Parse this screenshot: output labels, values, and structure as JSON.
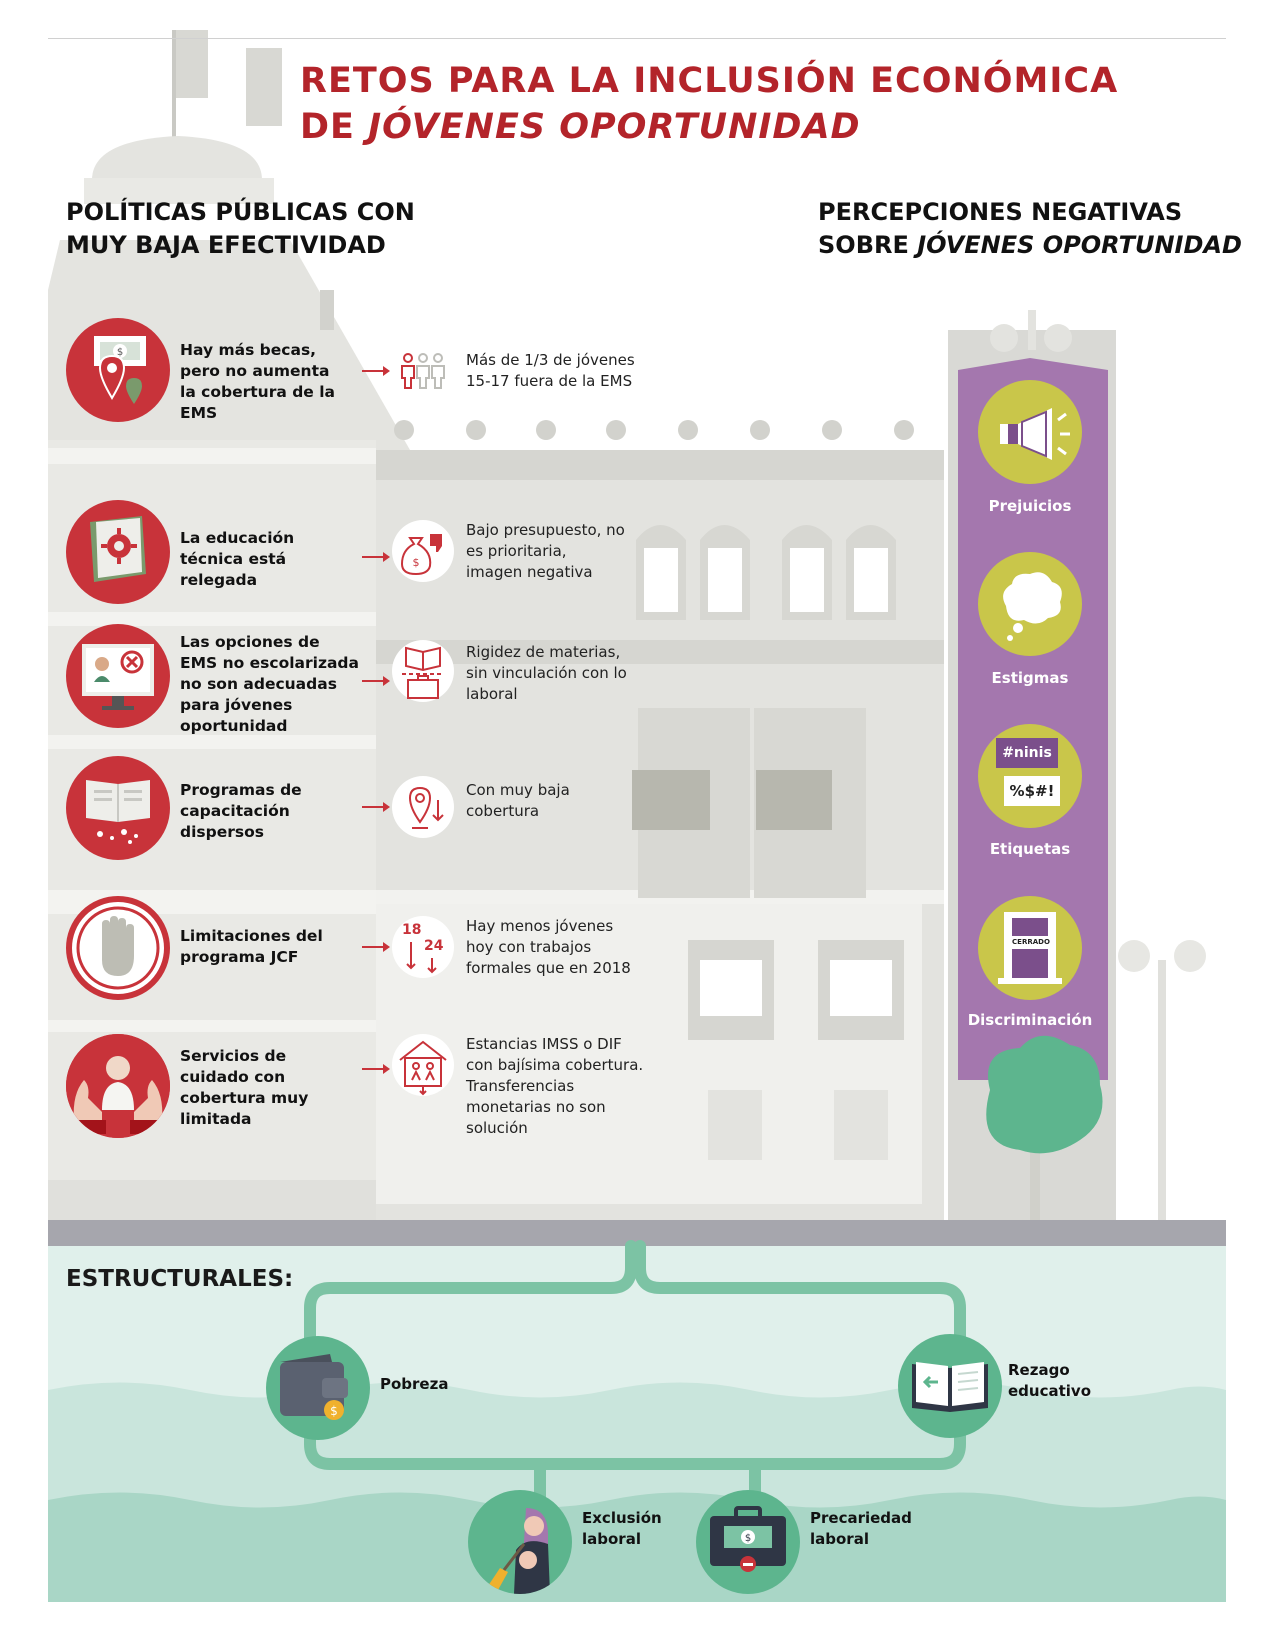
{
  "header": {
    "title_line1": "RETOS PARA LA INCLUSIÓN ECONÓMICA",
    "title_line2_prefix": "DE ",
    "title_line2_italic": "JÓVENES OPORTUNIDAD"
  },
  "left_section": {
    "heading_line1": "POLÍTICAS PÚBLICAS CON",
    "heading_line2": "MUY BAJA EFECTIVIDAD"
  },
  "right_section": {
    "heading_line1": "PERCEPCIONES NEGATIVAS",
    "heading_line2_prefix": "SOBRE ",
    "heading_line2_italic": "JÓVENES OPORTUNIDAD"
  },
  "policies": [
    {
      "label": "Hay más becas, pero no aumenta la cobertura de la EMS",
      "icon": "scholarship-map-pin-icon",
      "detail": "Más de 1/3 de jóvenes 15-17 fuera de la EMS",
      "detail_icon": "people-icon"
    },
    {
      "label": "La educación técnica está relegada",
      "icon": "technical-book-gear-icon",
      "detail": "Bajo presupuesto, no es prioritaria, imagen negativa",
      "detail_icon": "money-bag-thumbs-down-icon"
    },
    {
      "label": "Las opciones de EMS no escolarizada no son adecuadas para jóvenes oportunidad",
      "icon": "online-class-monitor-icon",
      "detail": "Rigidez de materias, sin vinculación con lo laboral",
      "detail_icon": "book-briefcase-icon"
    },
    {
      "label": "Programas de capacitación dispersos",
      "icon": "scattered-book-icon",
      "detail": "Con muy baja cobertura",
      "detail_icon": "location-down-icon"
    },
    {
      "label": "Limitaciones del programa JCF",
      "icon": "stop-hand-icon",
      "detail": "Hay menos jóvenes hoy con trabajos formales que en 2018",
      "detail_icon": "decline-numbers-icon",
      "detail_numbers": [
        "18",
        "24"
      ]
    },
    {
      "label": "Servicios de cuidado con cobertura muy limitada",
      "icon": "baby-hands-icon",
      "detail": "Estancias IMSS o DIF con bajísima cobertura. Transferencias monetarias no son solución",
      "detail_icon": "daycare-house-icon"
    }
  ],
  "perceptions": [
    {
      "label": "Prejuicios",
      "icon": "megaphone-icon"
    },
    {
      "label": "Estigmas",
      "icon": "thought-cloud-icon"
    },
    {
      "label": "Etiquetas",
      "icon": "speech-bubbles-icon",
      "bubble_top": "#ninis",
      "bubble_bottom": "%$#!"
    },
    {
      "label": "Discriminación",
      "icon": "closed-door-icon",
      "sign": "CERRADO"
    }
  ],
  "structural": {
    "heading": "ESTRUCTURALES:",
    "items": [
      {
        "label": "Pobreza",
        "icon": "wallet-icon"
      },
      {
        "label": "Rezago educativo",
        "icon": "open-book-icon"
      },
      {
        "label": "Exclusión laboral",
        "icon": "woman-broom-icon"
      },
      {
        "label": "Precariedad laboral",
        "icon": "briefcase-money-icon"
      }
    ]
  },
  "colors": {
    "accent_red": "#b3242a",
    "icon_red": "#c8333a",
    "building_gray": "#e2e2de",
    "banner_purple": "#a477ae",
    "perception_olive": "#c9c64a",
    "water_mint": "#c9e5dc",
    "pipe_green": "#7cc3a4"
  }
}
